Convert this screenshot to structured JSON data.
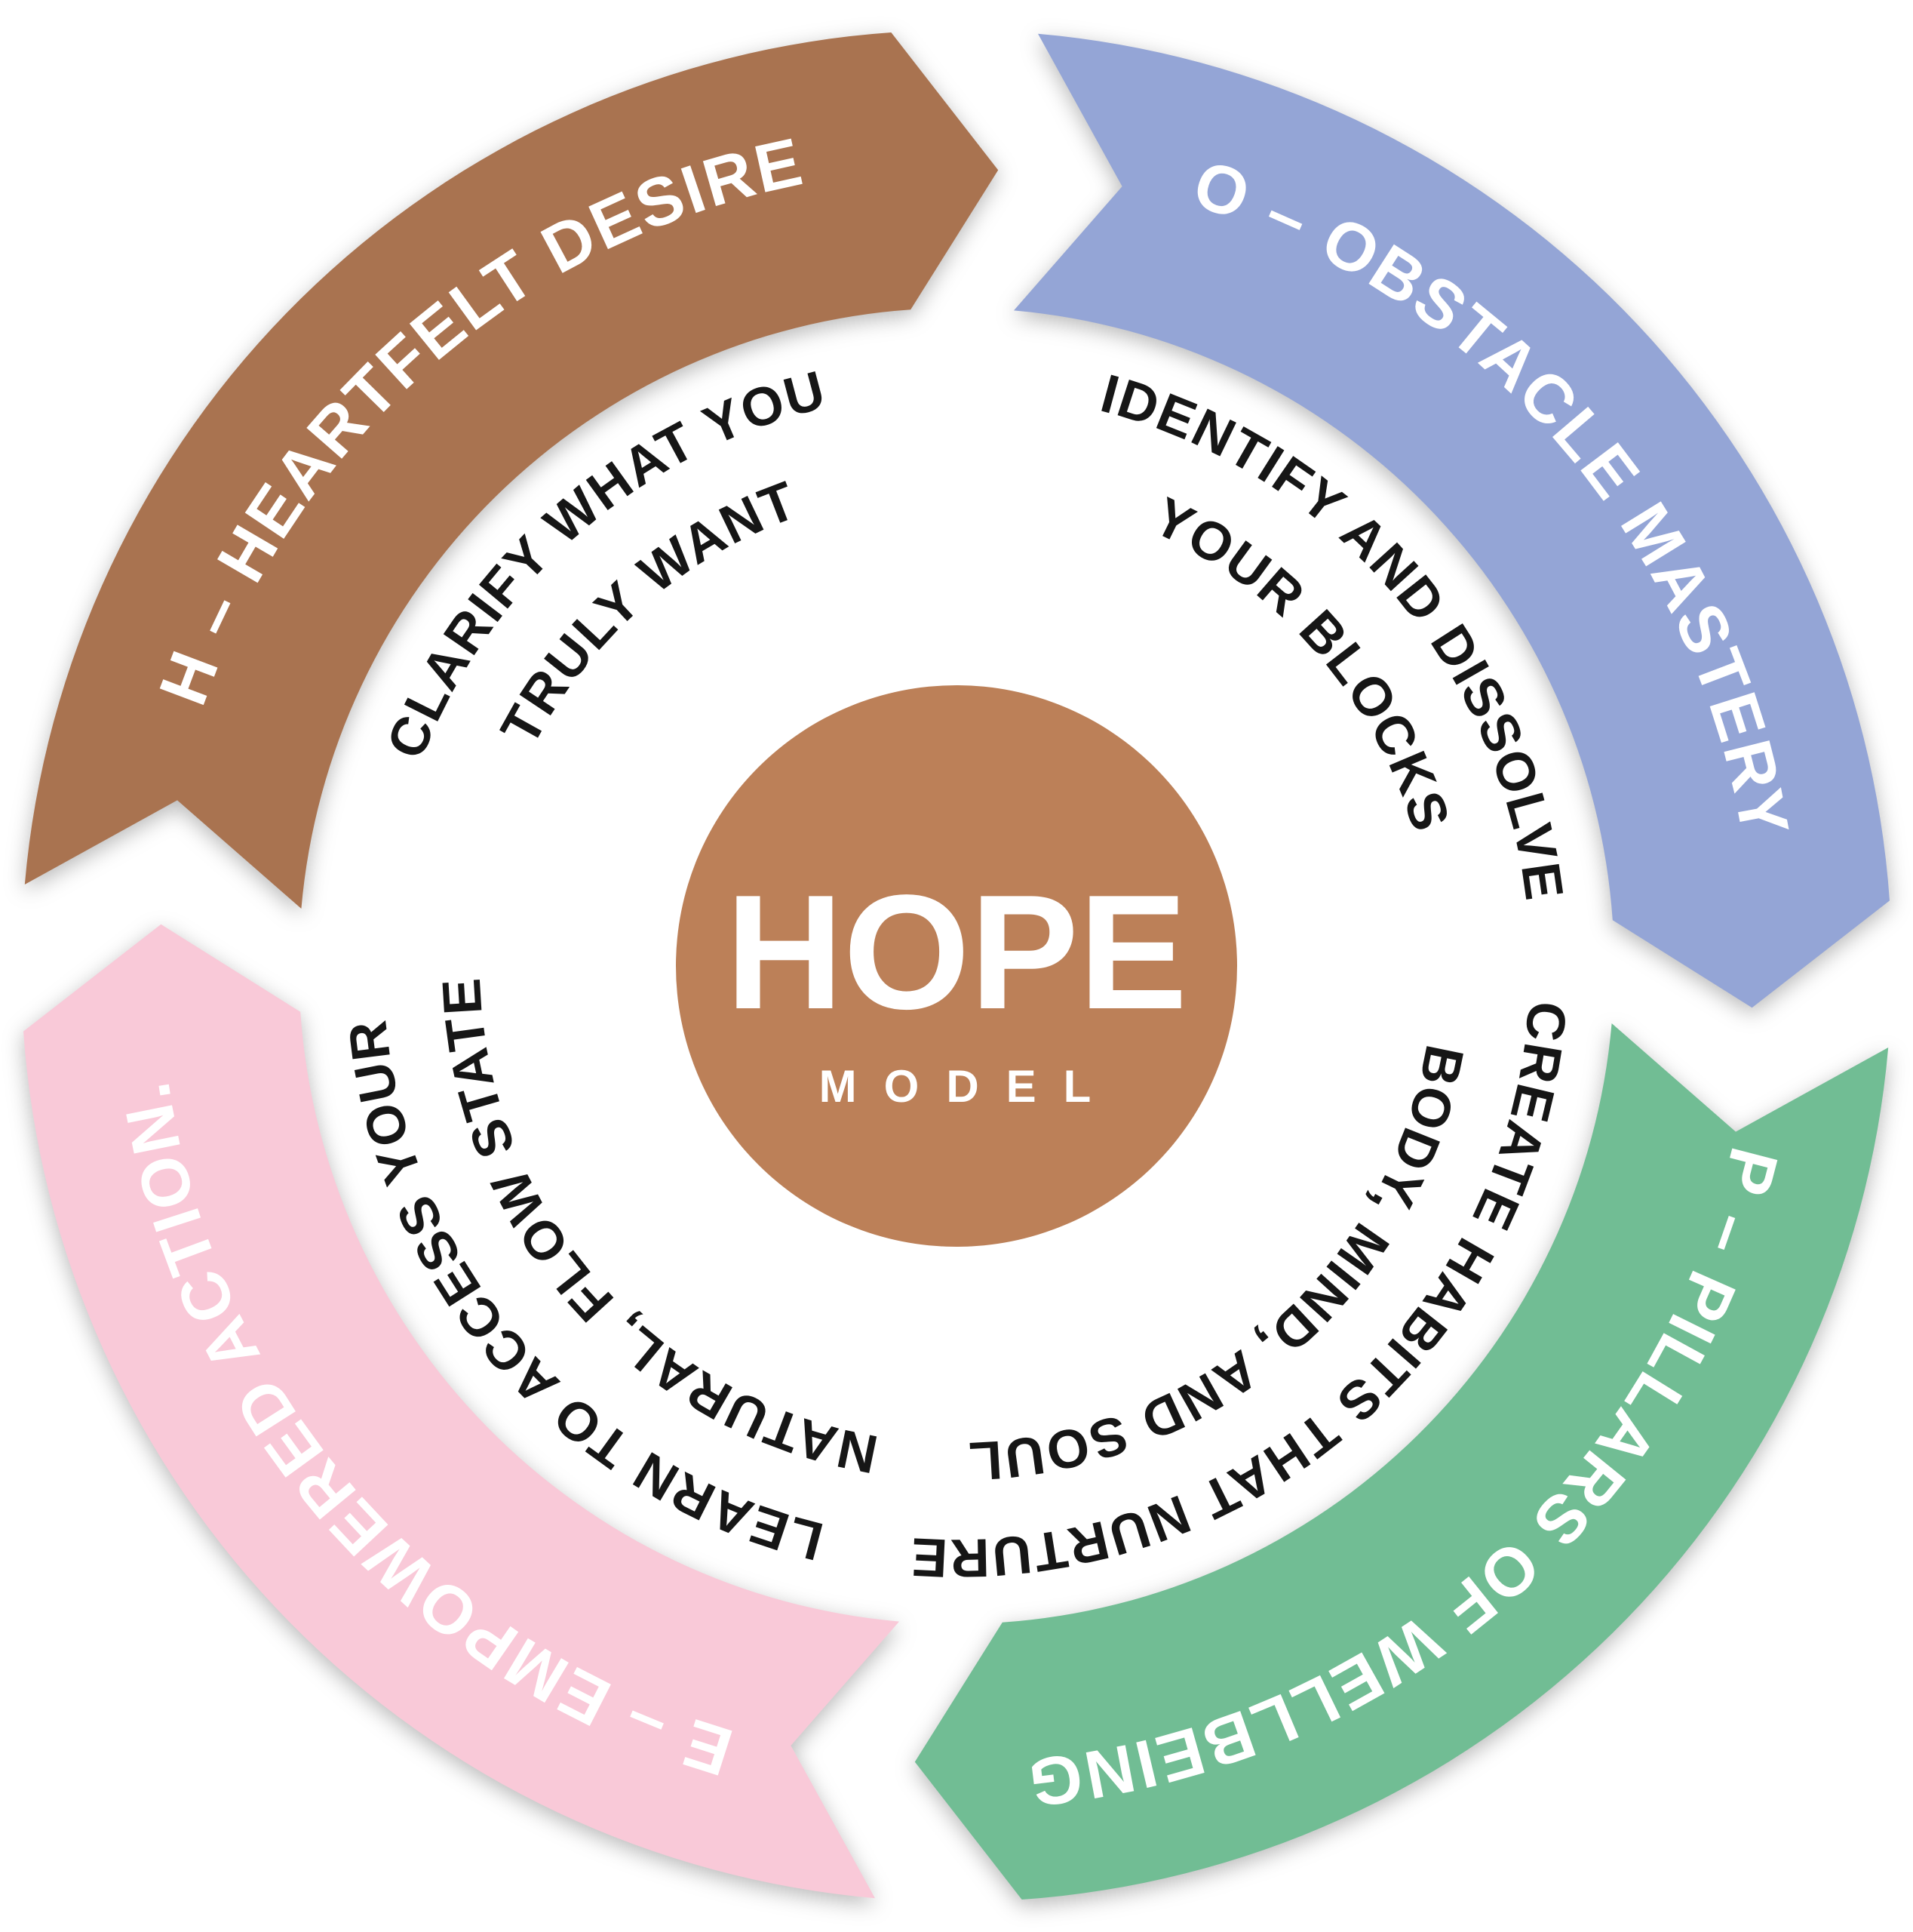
{
  "diagram_title": "HOPE MODEL",
  "center": {
    "title": "HOPE",
    "subtitle": "MODEL",
    "color": "#bc8058"
  },
  "segments": [
    {
      "id": "h",
      "label": "H – HEARTFELT DESIRE",
      "color": "#a97350",
      "description_line1": "CLARIFY WHAT YOU",
      "description_line2": "TRULY WANT"
    },
    {
      "id": "o",
      "label": "O – OBSTACLE MASTERY",
      "color": "#94a5d6",
      "description_line1": "IDENTIFY AND DISSOLVE",
      "description_line2": "YOUR BLOCKS"
    },
    {
      "id": "p",
      "label": "P – PILLARS OF WELLBEING",
      "color": "#71bd94",
      "description_line1": "CREATE HABITS THAT NURTURE",
      "description_line2": "BODY, MIND, AND SOUL"
    },
    {
      "id": "e",
      "label": "E – EMPOWERED ACTION.",
      "color": "#f9c9d8",
      "description_line1": "LEARN TO ACCESS YOUR",
      "description_line2": "NATURAL, FLOW STATE"
    }
  ],
  "colors": {
    "background": "#ffffff",
    "label_text": "#ffffff",
    "description_text": "#161616"
  }
}
